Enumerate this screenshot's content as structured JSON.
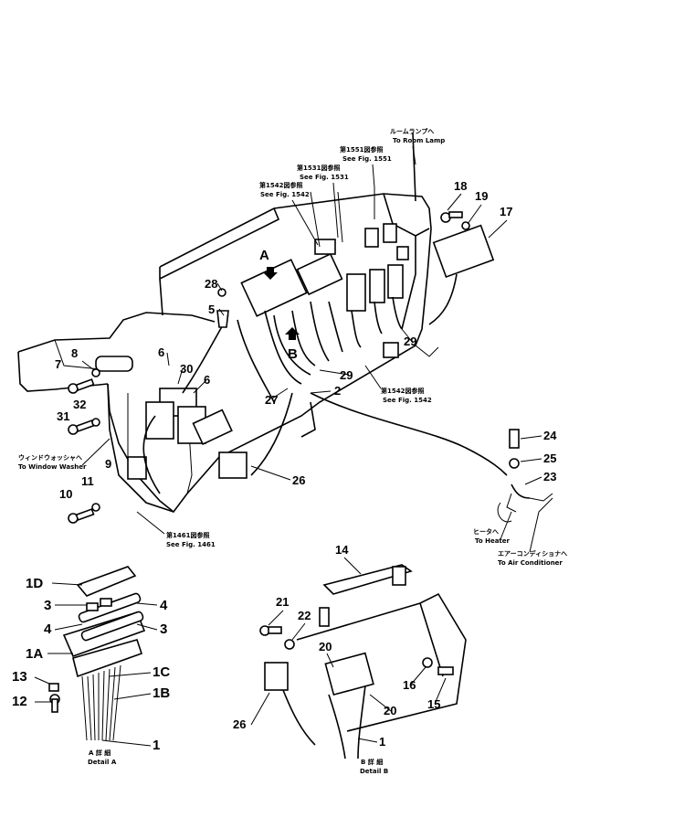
{
  "callouts": {
    "c1": "1",
    "c1b": "1",
    "c1A": "1A",
    "c1B": "1B",
    "c1C": "1C",
    "c1D": "1D",
    "c2": "2",
    "c3a": "3",
    "c3b": "3",
    "c4a": "4",
    "c4b": "4",
    "c5": "5",
    "c6a": "6",
    "c6b": "6",
    "c7": "7",
    "c8": "8",
    "c9": "9",
    "c10": "10",
    "c11": "11",
    "c12": "12",
    "c13": "13",
    "c14": "14",
    "c15": "15",
    "c16": "16",
    "c17": "17",
    "c18": "18",
    "c19": "19",
    "c20a": "20",
    "c20b": "20",
    "c21": "21",
    "c22": "22",
    "c23": "23",
    "c24": "24",
    "c25": "25",
    "c26a": "26",
    "c26b": "26",
    "c27": "27",
    "c28": "28",
    "c29a": "29",
    "c29b": "29",
    "c30": "30",
    "c31": "31",
    "c32": "32",
    "letterA": "A",
    "letterB": "B"
  },
  "notes": {
    "room_lamp_jp": "ルームランプへ",
    "room_lamp_en": "To Room Lamp",
    "fig1551_jp": "第1551図参照",
    "fig1551_en": "See Fig. 1551",
    "fig1531_jp": "第1531図参照",
    "fig1531_en": "See Fig. 1531",
    "fig1542a_jp": "第1542図参照",
    "fig1542a_en": "See Fig. 1542",
    "fig1542b_jp": "第1542図参照",
    "fig1542b_en": "See Fig. 1542",
    "washer_jp": "ウィンドウォッシャへ",
    "washer_en": "To Window Washer",
    "fig1461_jp": "第1461図参照",
    "fig1461_en": "See Fig. 1461",
    "heater_jp": "ヒータへ",
    "heater_en": "To Heater",
    "aircon_jp": "エアーコンディショナへ",
    "aircon_en": "To Air Conditioner",
    "detailA_jp": "A 詳 細",
    "detailA_en": "Detail A",
    "detailB_jp": "B 詳 細",
    "detailB_en": "Detail B"
  }
}
